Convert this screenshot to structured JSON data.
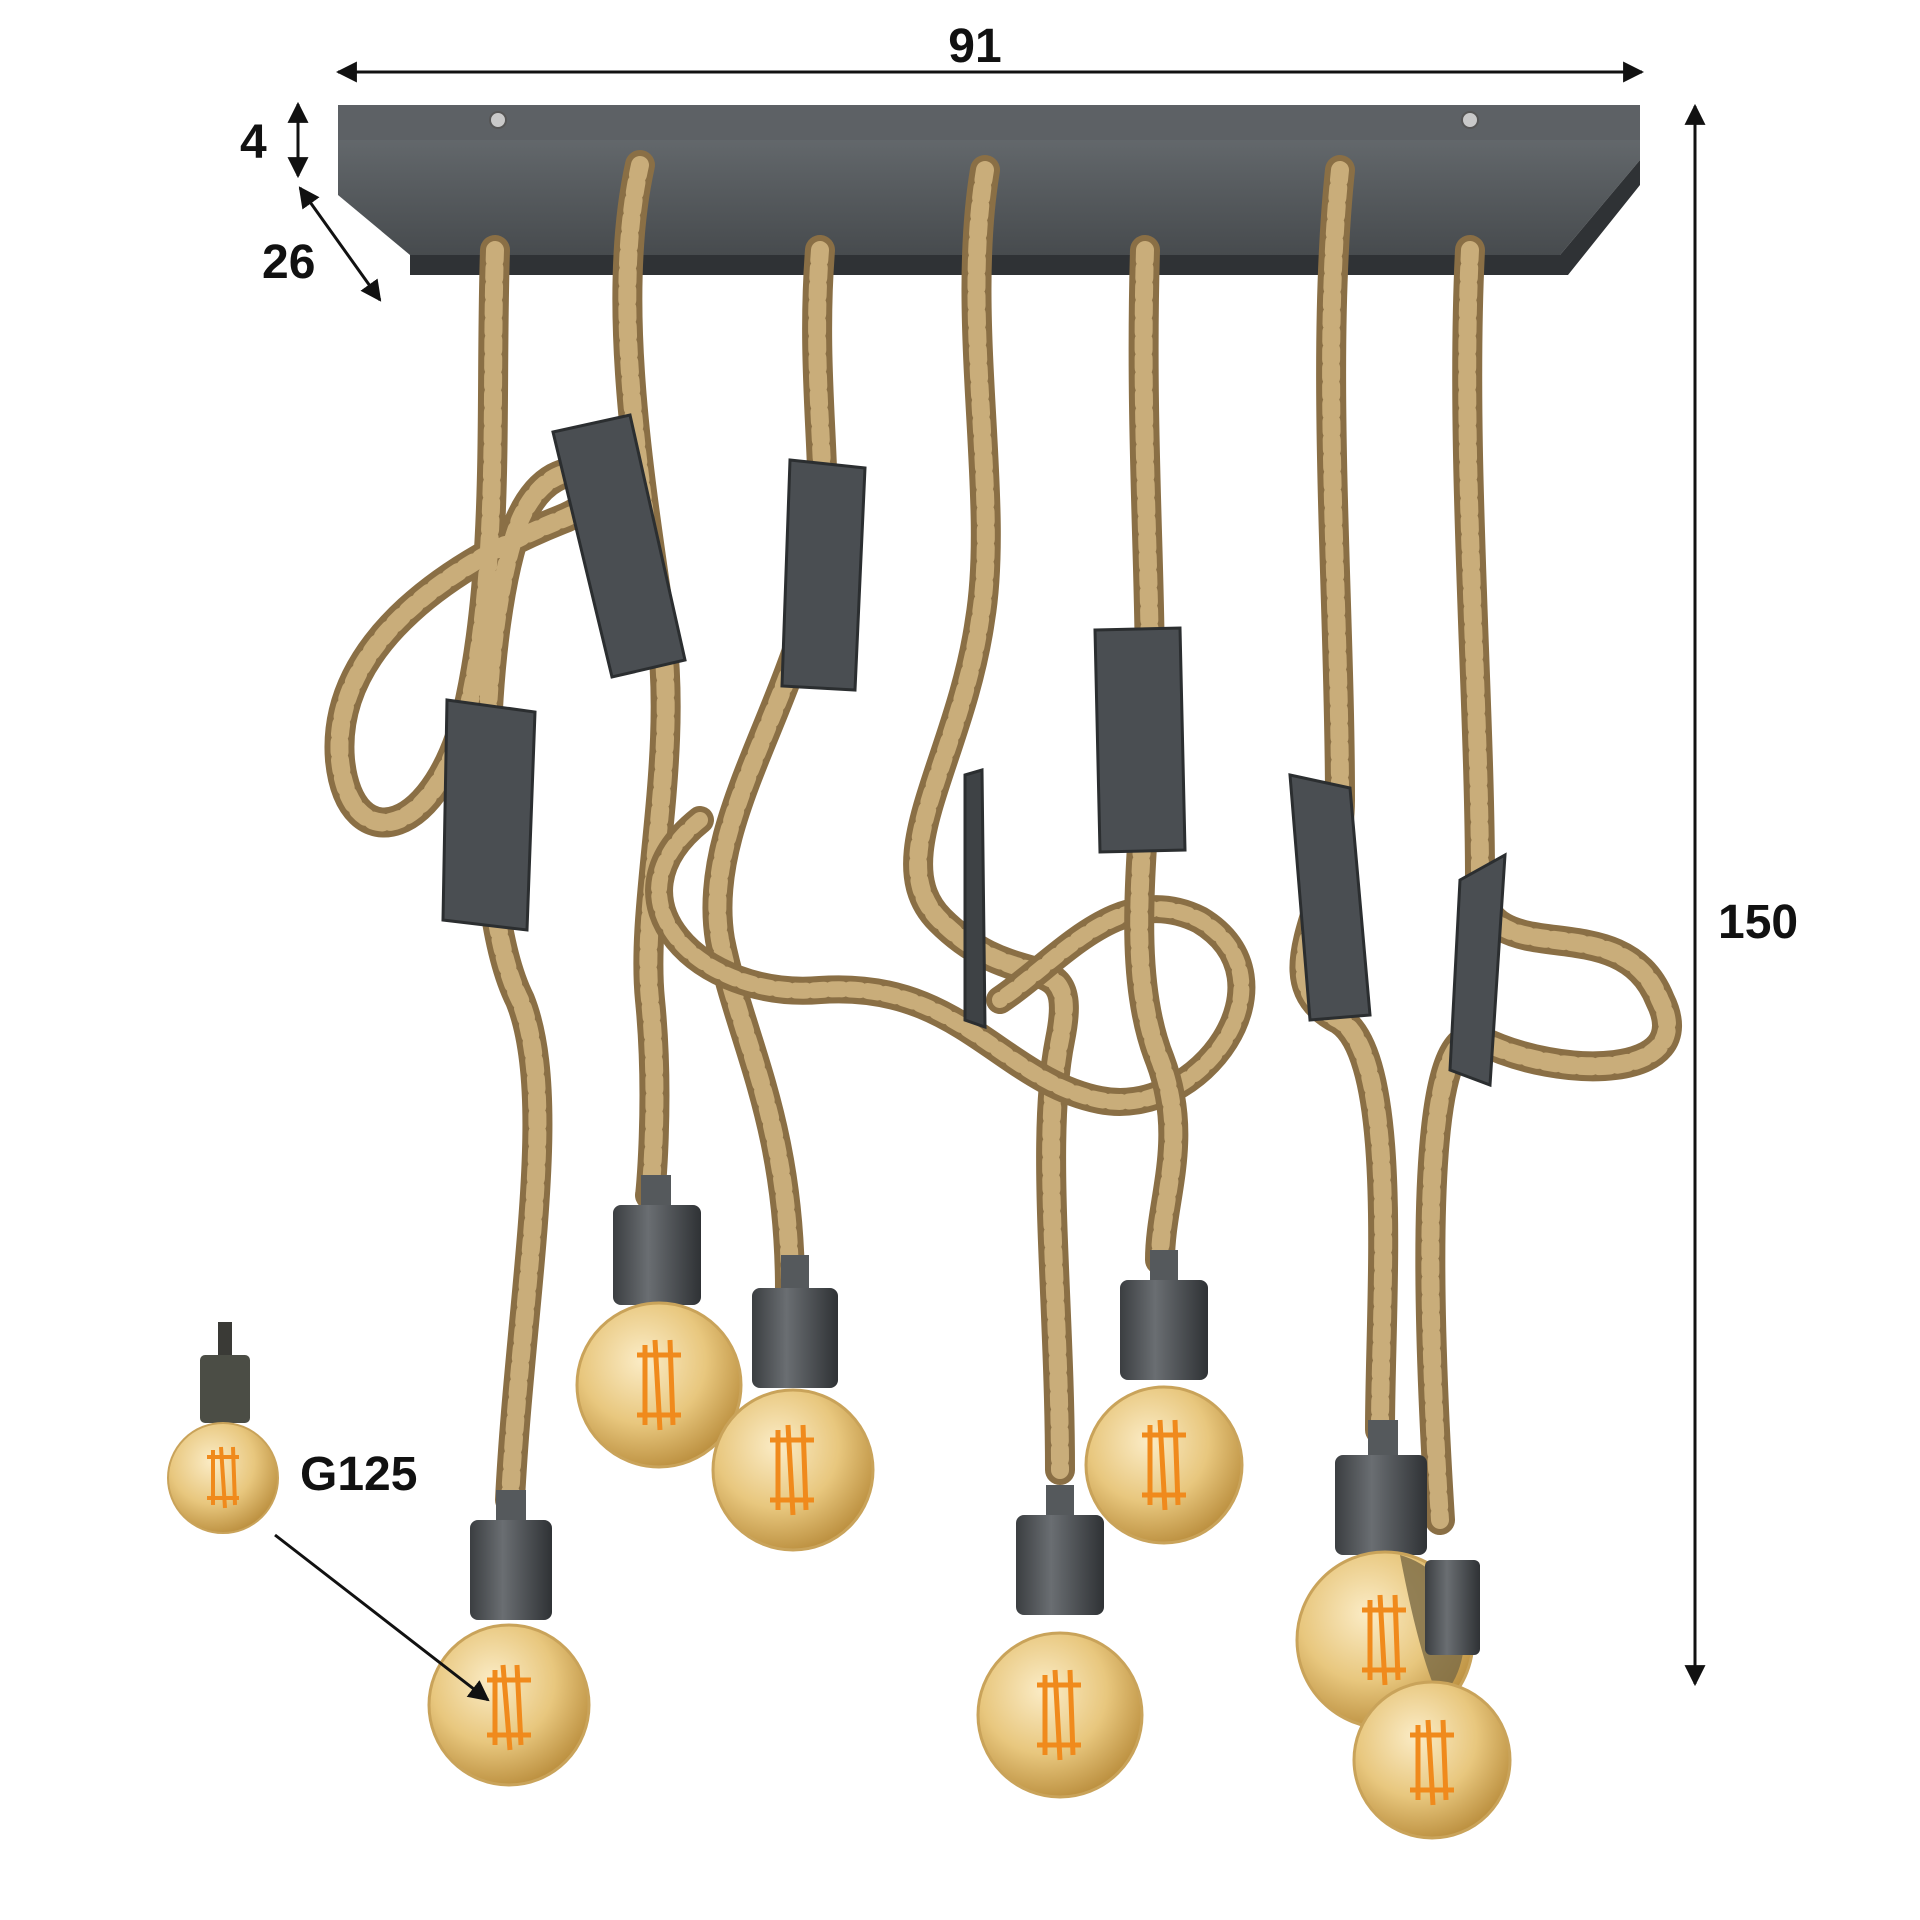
{
  "dimensions": {
    "width": "91",
    "height": "4",
    "depth": "26",
    "drop": "150"
  },
  "bulb": {
    "type": "G125"
  },
  "colors": {
    "metal": "#55595c",
    "metal_dark": "#3b3e41",
    "rope": "#b79a68",
    "rope_dark": "#8a6f45",
    "glass": "#e8c77e",
    "filament": "#f08a1c",
    "dim_line": "#111111"
  },
  "icons": {
    "dimension_arrow": "double-headed-arrow-icon",
    "pointer_arrow": "arrow-icon"
  }
}
